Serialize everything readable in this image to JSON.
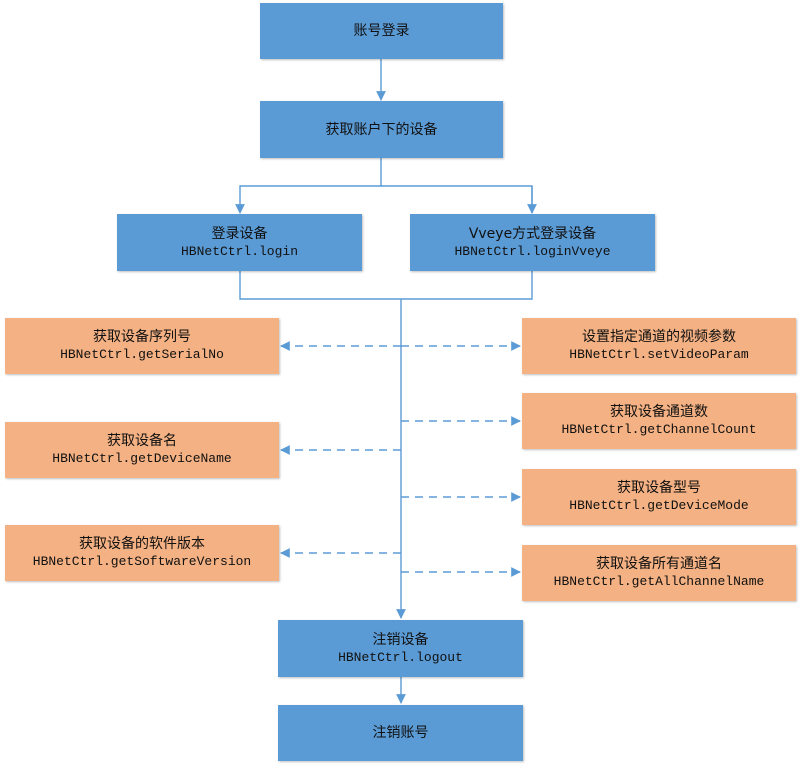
{
  "diagram": {
    "colors": {
      "primary": "#5b9bd5",
      "secondary": "#f4b183",
      "line": "#5b9bd5"
    },
    "nodes": {
      "account_login": {
        "title": "账号登录"
      },
      "get_devices": {
        "title": "获取账户下的设备"
      },
      "login_device": {
        "title": "登录设备",
        "api": "HBNetCtrl.login"
      },
      "login_vveye": {
        "title": "Vveye方式登录设备",
        "api": "HBNetCtrl.loginVveye"
      },
      "get_serial": {
        "title": "获取设备序列号",
        "api": "HBNetCtrl.getSerialNo"
      },
      "get_device_name": {
        "title": "获取设备名",
        "api": "HBNetCtrl.getDeviceName"
      },
      "get_software_version": {
        "title": "获取设备的软件版本",
        "api": "HBNetCtrl.getSoftwareVersion"
      },
      "set_video_param": {
        "title": "设置指定通道的视频参数",
        "api": "HBNetCtrl.setVideoParam"
      },
      "get_channel_count": {
        "title": "获取设备通道数",
        "api": "HBNetCtrl.getChannelCount"
      },
      "get_device_mode": {
        "title": "获取设备型号",
        "api": "HBNetCtrl.getDeviceMode"
      },
      "get_all_channel_name": {
        "title": "获取设备所有通道名",
        "api": "HBNetCtrl.getAllChannelName"
      },
      "logout_device": {
        "title": "注销设备",
        "api": "HBNetCtrl.logout"
      },
      "logout_account": {
        "title": "注销账号"
      }
    }
  }
}
